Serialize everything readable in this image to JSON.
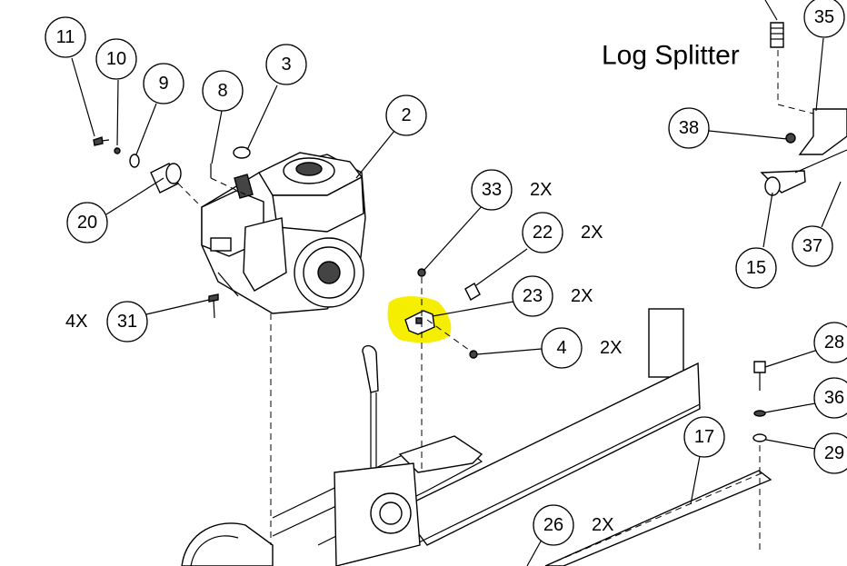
{
  "title": "Log Splitter",
  "highlight_color": "#f5ee00",
  "callouts": [
    {
      "id": "c11",
      "label": "11"
    },
    {
      "id": "c10",
      "label": "10"
    },
    {
      "id": "c9",
      "label": "9"
    },
    {
      "id": "c8",
      "label": "8"
    },
    {
      "id": "c3",
      "label": "3"
    },
    {
      "id": "c2",
      "label": "2"
    },
    {
      "id": "c20",
      "label": "20"
    },
    {
      "id": "c31",
      "label": "31"
    },
    {
      "id": "c33",
      "label": "33"
    },
    {
      "id": "c22",
      "label": "22"
    },
    {
      "id": "c23",
      "label": "23"
    },
    {
      "id": "c4",
      "label": "4"
    },
    {
      "id": "c35",
      "label": "35"
    },
    {
      "id": "c38",
      "label": "38"
    },
    {
      "id": "c15",
      "label": "15"
    },
    {
      "id": "c37",
      "label": "37"
    },
    {
      "id": "c28",
      "label": "28"
    },
    {
      "id": "c36",
      "label": "36"
    },
    {
      "id": "c29",
      "label": "29"
    },
    {
      "id": "c17",
      "label": "17"
    },
    {
      "id": "c26",
      "label": "26"
    }
  ],
  "quantities": {
    "q31": "4X",
    "q33": "2X",
    "q22": "2X",
    "q23": "2X",
    "q4": "2X",
    "q26": "2X"
  }
}
